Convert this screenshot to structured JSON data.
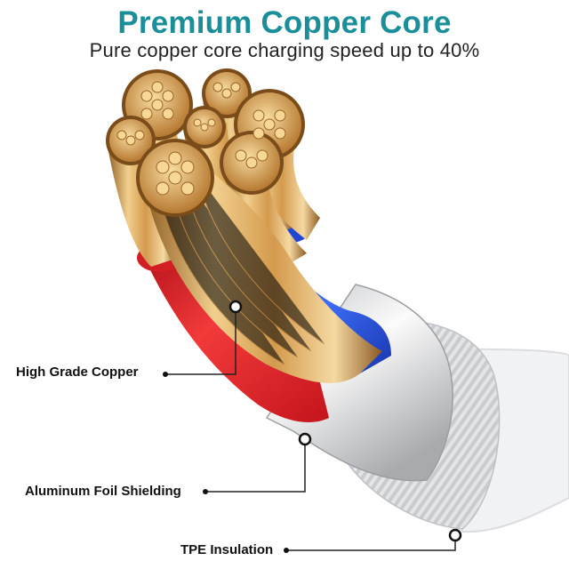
{
  "header": {
    "title": "Premium Copper Core",
    "subtitle": "Pure copper core charging speed up to 40%"
  },
  "callouts": [
    {
      "label": "High Grade Copper"
    },
    {
      "label": "Aluminum Foil Shielding"
    },
    {
      "label": "TPE Insulation"
    }
  ],
  "colors": {
    "title": "#1a8f9a",
    "copper": "#d8a258",
    "red_insulation": "#e4262b",
    "blue_insulation": "#2a55e0",
    "shield": "#d9dadc",
    "jacket": "#f2f2f2"
  }
}
